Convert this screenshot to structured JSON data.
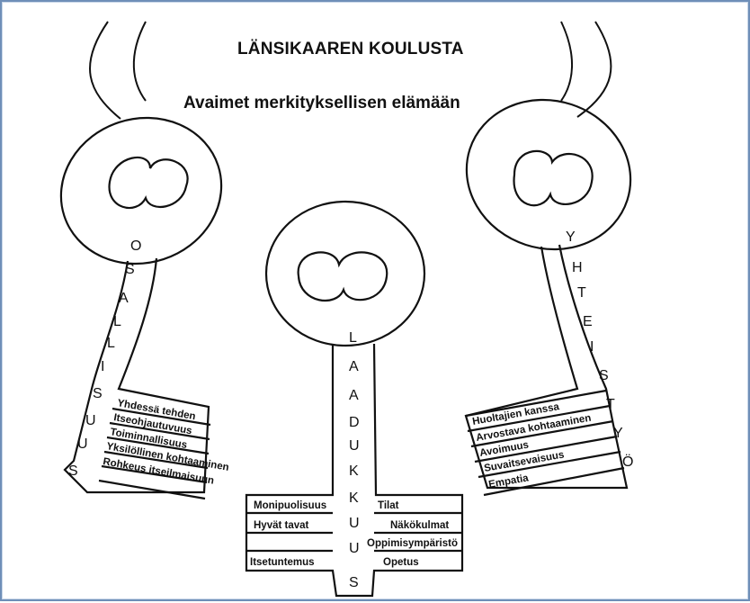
{
  "header": {
    "title": "LÄNSIKAAREN KOULUSTA",
    "subtitle": "Avaimet merkityksellisen elämään"
  },
  "keys": {
    "left": {
      "word": [
        "O",
        "S",
        "A",
        "L",
        "L",
        "I",
        "S",
        "U",
        "U",
        "S"
      ],
      "items": [
        "Yhdessä tehden",
        "Itseohjautuvuus",
        "Toiminnallisuus",
        "Yksilöllinen kohtaaminen",
        "Rohkeus itseilmaisuun"
      ]
    },
    "center": {
      "word": [
        "L",
        "A",
        "A",
        "D",
        "U",
        "K",
        "K",
        "U",
        "U",
        "S"
      ],
      "items_left": [
        "Monipuolisuus",
        "Hyvät tavat",
        "Itsetuntemus"
      ],
      "items_right": [
        "Tilat",
        "Näkökulmat",
        "Oppimisympäristö",
        "Opetus"
      ]
    },
    "right": {
      "word": [
        "Y",
        "H",
        "T",
        "E",
        "I",
        "S",
        "T",
        "Y",
        "Ö"
      ],
      "items": [
        "Huoltajien kanssa",
        "Arvostava kohtaaminen",
        "Avoimuus",
        "Suvaitsevaisuus",
        "Empatia"
      ]
    }
  }
}
